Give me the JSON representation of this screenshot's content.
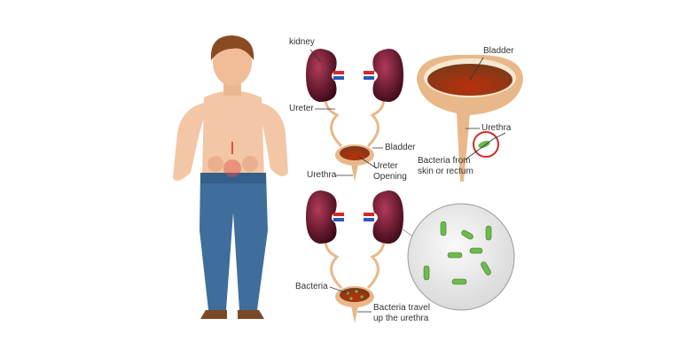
{
  "colors": {
    "kidney": "#6b1a2e",
    "bladder_fill": "#8a3a1a",
    "tube": "#e9b88a",
    "bacteria": "#6dbb4a",
    "alert": "#d62828",
    "jeans": "#3f6e9c",
    "skin": "#f3c7a5",
    "hair": "#8a4a22"
  },
  "top_diagram": {
    "kidney_label": "kidney",
    "ureter_label": "Ureter",
    "bladder_label": "Bladder",
    "ureter_opening_label": [
      "Ureter",
      "Opening"
    ],
    "urethra_label": "Urethra"
  },
  "bladder_detail": {
    "bladder_label": "Bladder",
    "urethra_label": "Urethra",
    "bacteria_label": [
      "Bacteria from",
      "skin or rectum"
    ]
  },
  "bottom_diagram": {
    "bacteria_label": "Bacteria",
    "travel_label": [
      "Bacteria travel",
      "up the urethra"
    ]
  }
}
